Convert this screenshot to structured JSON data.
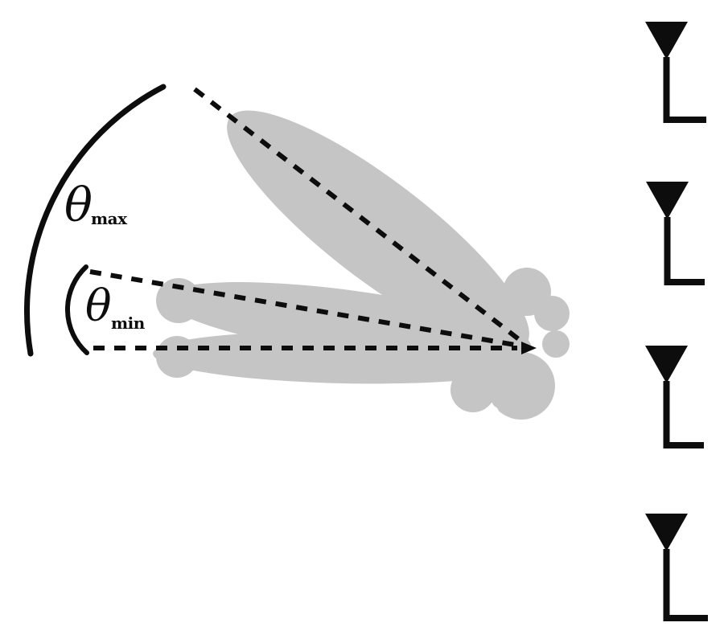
{
  "figure": {
    "background": "#ffffff",
    "colors": {
      "beam_fill": "#c5c5c5",
      "line": "#0d0d0d"
    },
    "labels": {
      "theta_max": {
        "symbol": "θ",
        "subscript": "max"
      },
      "theta_min": {
        "symbol": "θ",
        "subscript": "min"
      }
    },
    "beams": {
      "dashed_guides": 3,
      "main_lobes": 3,
      "side_lobe_cluster": true,
      "angle_arcs": 2
    },
    "antenna_array": {
      "count": 4,
      "icon": "antenna-icon"
    }
  }
}
